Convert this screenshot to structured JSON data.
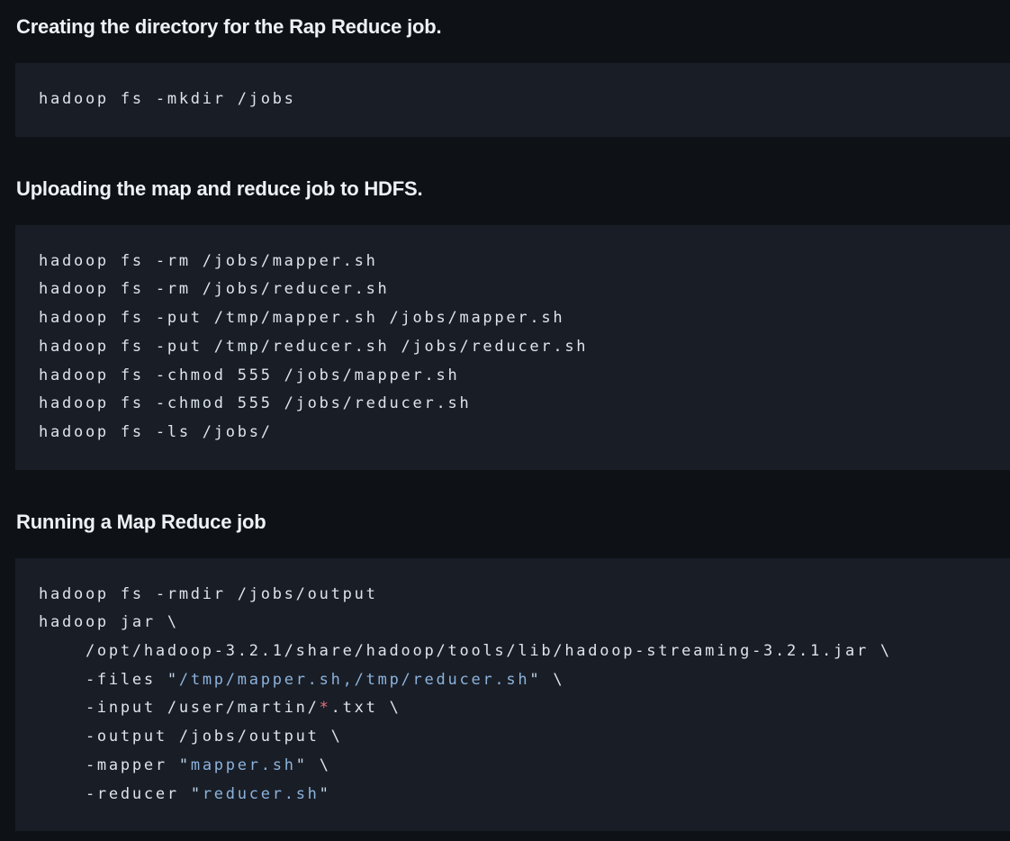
{
  "colors": {
    "page_background": "#0e1116",
    "code_background": "#191d26",
    "heading_text": "#eef1f5",
    "code_text": "#dde4eb",
    "code_string": "#8cb3dc",
    "code_quote": "#c2d5e8",
    "code_glob": "#e97079"
  },
  "sections": [
    {
      "heading": "Creating the directory for the Rap Reduce job.",
      "code": {
        "language": "bash",
        "lines": [
          [
            {
              "t": "hadoop fs -mkdir /jobs",
              "k": "plain"
            }
          ]
        ]
      }
    },
    {
      "heading": "Uploading the map and reduce job to HDFS.",
      "code": {
        "language": "bash",
        "lines": [
          [
            {
              "t": "hadoop fs -rm /jobs/mapper.sh",
              "k": "plain"
            }
          ],
          [
            {
              "t": "hadoop fs -rm /jobs/reducer.sh",
              "k": "plain"
            }
          ],
          [
            {
              "t": "hadoop fs -put /tmp/mapper.sh /jobs/mapper.sh",
              "k": "plain"
            }
          ],
          [
            {
              "t": "hadoop fs -put /tmp/reducer.sh /jobs/reducer.sh",
              "k": "plain"
            }
          ],
          [
            {
              "t": "hadoop fs -chmod 555 /jobs/mapper.sh",
              "k": "plain"
            }
          ],
          [
            {
              "t": "hadoop fs -chmod 555 /jobs/reducer.sh",
              "k": "plain"
            }
          ],
          [
            {
              "t": "hadoop fs -ls /jobs/",
              "k": "plain"
            }
          ]
        ]
      }
    },
    {
      "heading": "Running a Map Reduce job",
      "code": {
        "language": "bash",
        "lines": [
          [
            {
              "t": "hadoop fs -rmdir /jobs/output",
              "k": "plain"
            }
          ],
          [
            {
              "t": "hadoop jar \\",
              "k": "plain"
            }
          ],
          [
            {
              "t": "    /opt/hadoop-3.2.1/share/hadoop/tools/lib/hadoop-streaming-3.2.1.jar \\",
              "k": "plain"
            }
          ],
          [
            {
              "t": "    -files ",
              "k": "plain"
            },
            {
              "t": "\"",
              "k": "quote"
            },
            {
              "t": "/tmp/mapper.sh,/tmp/reducer.sh",
              "k": "string"
            },
            {
              "t": "\"",
              "k": "quote"
            },
            {
              "t": " \\",
              "k": "plain"
            }
          ],
          [
            {
              "t": "    -input /user/martin/",
              "k": "plain"
            },
            {
              "t": "*",
              "k": "glob"
            },
            {
              "t": ".txt \\",
              "k": "plain"
            }
          ],
          [
            {
              "t": "    -output /jobs/output \\",
              "k": "plain"
            }
          ],
          [
            {
              "t": "    -mapper ",
              "k": "plain"
            },
            {
              "t": "\"",
              "k": "quote"
            },
            {
              "t": "mapper.sh",
              "k": "string"
            },
            {
              "t": "\"",
              "k": "quote"
            },
            {
              "t": " \\",
              "k": "plain"
            }
          ],
          [
            {
              "t": "    -reducer ",
              "k": "plain"
            },
            {
              "t": "\"",
              "k": "quote"
            },
            {
              "t": "reducer.sh",
              "k": "string"
            },
            {
              "t": "\"",
              "k": "quote"
            }
          ]
        ]
      }
    }
  ]
}
